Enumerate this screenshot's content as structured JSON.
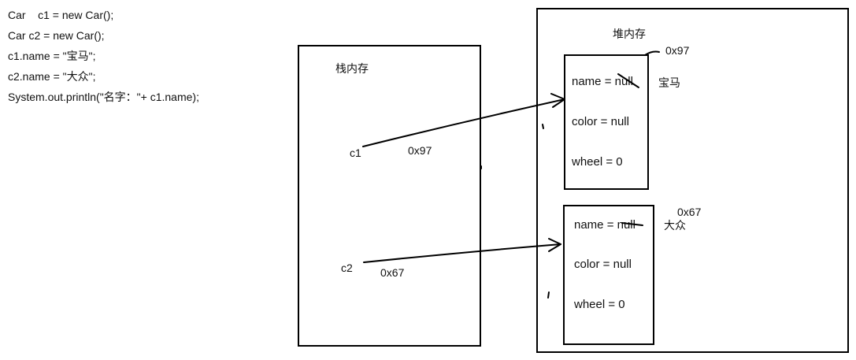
{
  "code": [
    "Car    c1 = new Car();",
    "Car c2 = new Car();",
    "c1.name = \"宝马\";",
    "c2.name = \"大众\";",
    "System.out.println(\"名字：\"+ c1.name);"
  ],
  "stack": {
    "title": "栈内存",
    "vars": [
      {
        "name": "c1",
        "addr": "0x97"
      },
      {
        "name": "c2",
        "addr": "0x67"
      }
    ]
  },
  "heap": {
    "title": "堆内存",
    "objects": [
      {
        "addr": "0x97",
        "name_field": "name = null",
        "color_field": "color = null",
        "wheel_field": "wheel = 0",
        "new_name": "宝马"
      },
      {
        "addr": "0x67",
        "name_field": "name = null",
        "color_field": "color = null",
        "wheel_field": "wheel = 0",
        "new_name": "大众"
      }
    ]
  },
  "colors": {
    "ink": "#000000",
    "text": "#111111"
  }
}
